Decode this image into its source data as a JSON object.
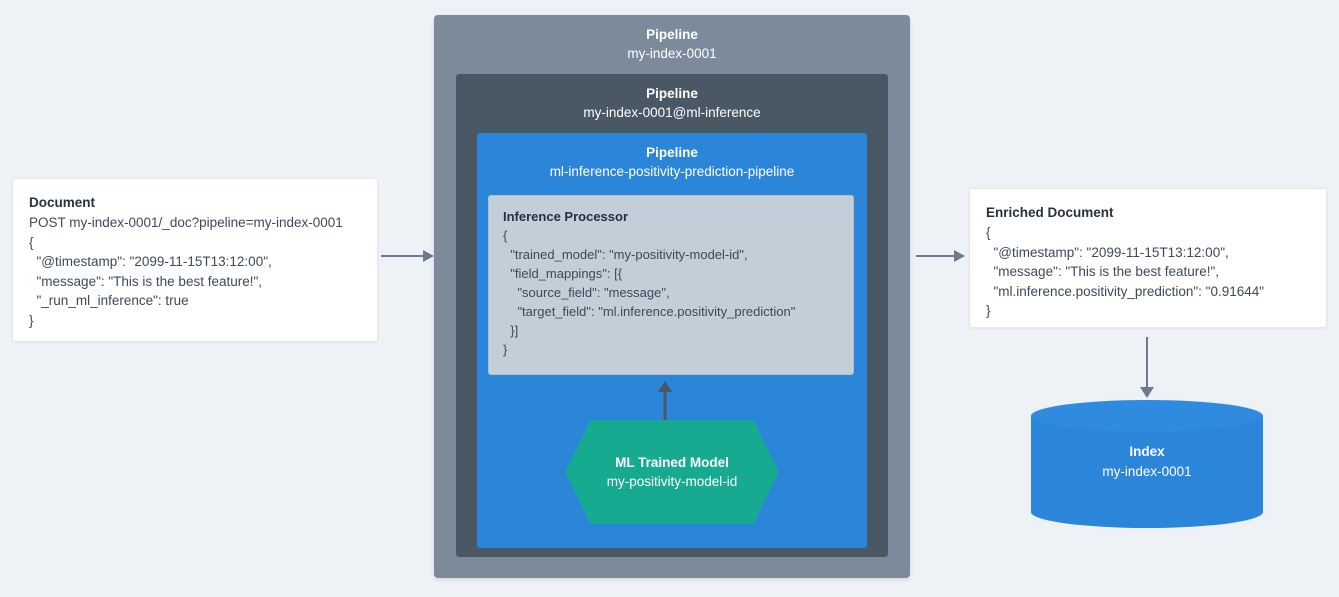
{
  "colors": {
    "background": "#eef1f5",
    "pipeline_outer": "#7b8b9b",
    "pipeline_middle": "#4a5866",
    "pipeline_inner": "#2b86da",
    "processor_panel": "#c4ced8",
    "ml_model": "#16ab91",
    "index": "#2b86da",
    "arrow": "#6b7b8c",
    "card": "#ffffff"
  },
  "document": {
    "title": "Document",
    "lines": [
      "POST my-index-0001/_doc?pipeline=my-index-0001",
      "{",
      "  \"@timestamp\": \"2099-11-15T13:12:00\",",
      "  \"message\": \"This is the best feature!\",",
      "  \"_run_ml_inference\": true",
      "}"
    ]
  },
  "pipeline_outer": {
    "kind": "Pipeline",
    "name": "my-index-0001"
  },
  "pipeline_middle": {
    "kind": "Pipeline",
    "name": "my-index-0001@ml-inference"
  },
  "pipeline_inner": {
    "kind": "Pipeline",
    "name": "ml-inference-positivity-prediction-pipeline"
  },
  "processor": {
    "title": "Inference Processor",
    "lines": [
      "{",
      "  \"trained_model\": \"my-positivity-model-id\",",
      "  \"field_mappings\": [{",
      "    \"source_field\": \"message\",",
      "    \"target_field\": \"ml.inference.positivity_prediction\"",
      "  }]",
      "}"
    ]
  },
  "ml_model": {
    "kind": "ML Trained Model",
    "name": "my-positivity-model-id"
  },
  "enriched_document": {
    "title": "Enriched Document",
    "lines": [
      "{",
      "  \"@timestamp\": \"2099-11-15T13:12:00\",",
      "  \"message\": \"This is the best feature!\",",
      "  \"ml.inference.positivity_prediction\": \"0.91644\"",
      "}"
    ]
  },
  "index": {
    "kind": "Index",
    "name": "my-index-0001"
  },
  "arrows": [
    {
      "name": "arrow-document-to-pipeline",
      "direction": "right"
    },
    {
      "name": "arrow-pipeline-to-enriched-document",
      "direction": "right"
    },
    {
      "name": "arrow-ml-model-to-processor",
      "direction": "up"
    },
    {
      "name": "arrow-enriched-document-to-index",
      "direction": "down"
    }
  ]
}
